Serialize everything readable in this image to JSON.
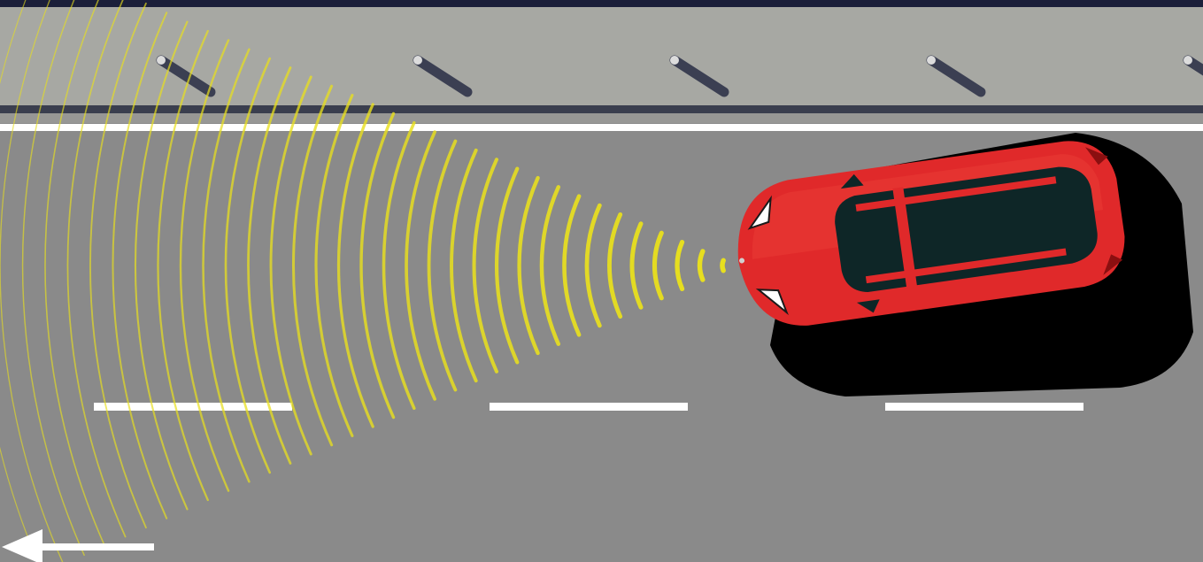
{
  "scene": {
    "colors": {
      "frame": "#1b1f3a",
      "sidewalk": "#a7a8a3",
      "curb": "#3a3e4e",
      "road": "#8a8a8a",
      "lane_marking": "#ffffff",
      "bollard": "#3b3f52",
      "bollard_cap": "#dcdcdc",
      "car_body": "#e0292a",
      "car_window": "#0e2627",
      "car_shadow": "#000000",
      "sensor_waves": "#e8df1e"
    },
    "icons": {
      "direction_arrow": "arrow-left-icon",
      "vehicle": "car-top-view",
      "sensor": "radar-waves"
    },
    "bollard_count": 5,
    "lane_dash_count": 3,
    "wave_count": 34,
    "direction": "left"
  }
}
